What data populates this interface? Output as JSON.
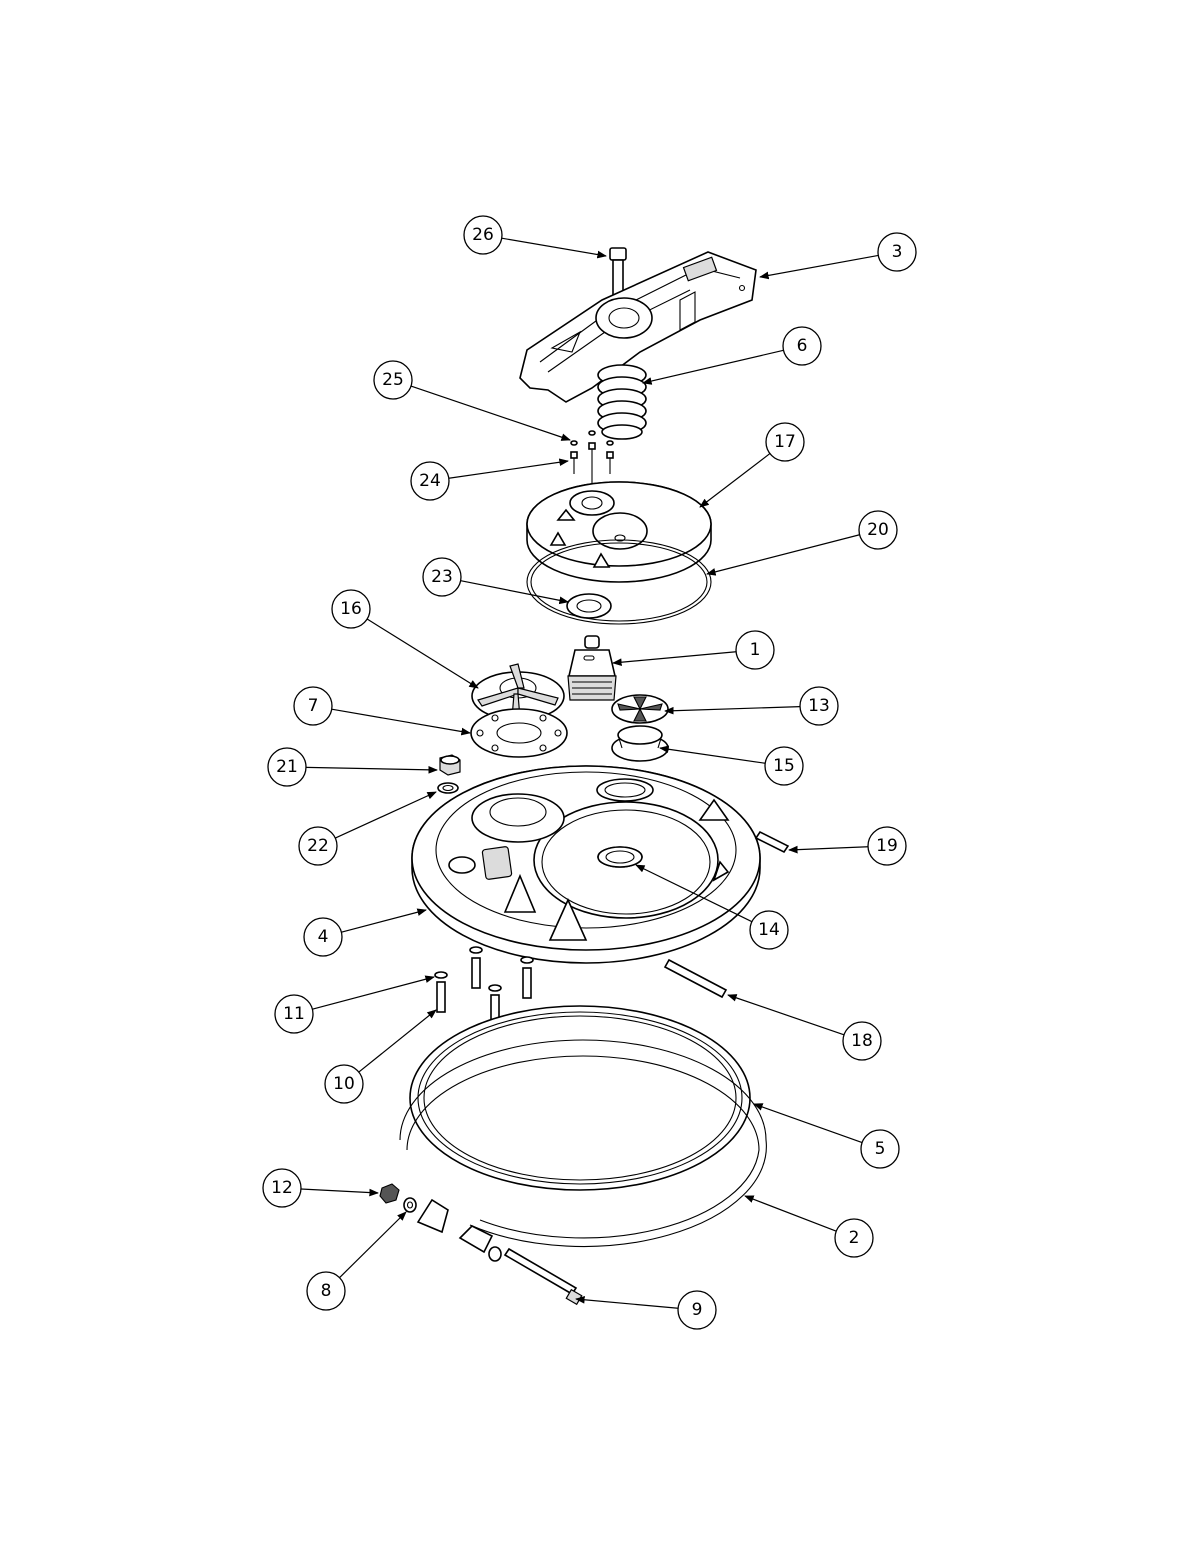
{
  "callouts": [
    {
      "label": "26"
    },
    {
      "label": "3"
    },
    {
      "label": "6"
    },
    {
      "label": "25"
    },
    {
      "label": "17"
    },
    {
      "label": "24"
    },
    {
      "label": "20"
    },
    {
      "label": "23"
    },
    {
      "label": "16"
    },
    {
      "label": "1"
    },
    {
      "label": "7"
    },
    {
      "label": "13"
    },
    {
      "label": "21"
    },
    {
      "label": "15"
    },
    {
      "label": "22"
    },
    {
      "label": "19"
    },
    {
      "label": "4"
    },
    {
      "label": "14"
    },
    {
      "label": "11"
    },
    {
      "label": "18"
    },
    {
      "label": "10"
    },
    {
      "label": "5"
    },
    {
      "label": "12"
    },
    {
      "label": "2"
    },
    {
      "label": "8"
    },
    {
      "label": "9"
    }
  ],
  "colors": {
    "line": "#000000",
    "paper": "#ffffff",
    "shade": "#dcdcdc"
  }
}
